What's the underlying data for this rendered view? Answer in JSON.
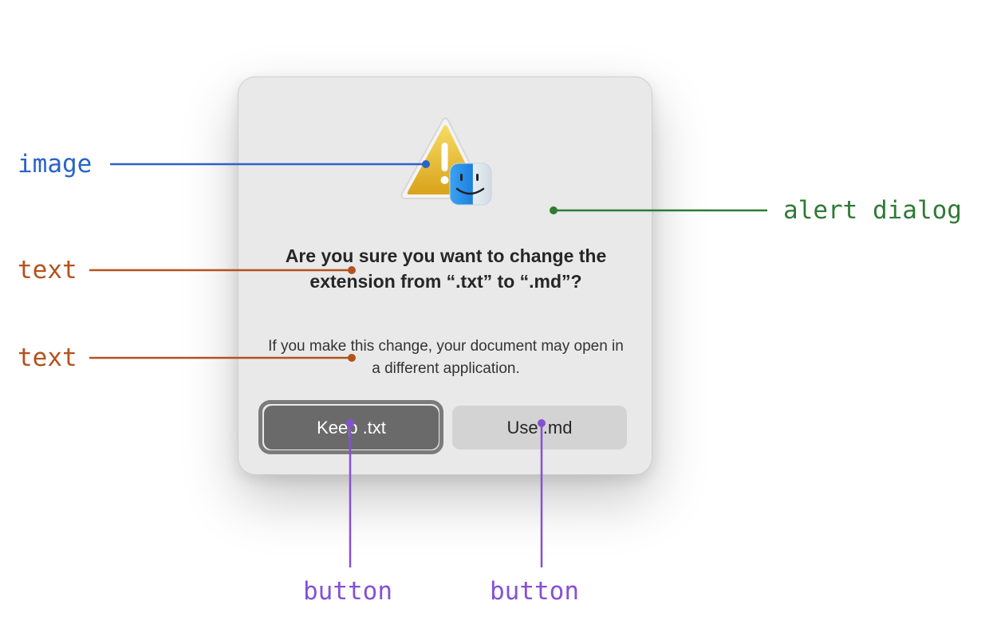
{
  "dialog": {
    "title": "Are you sure you want to change the extension from “.txt” to “.md”?",
    "message": "If you make this change, your document may open in a different application.",
    "buttons": {
      "keep_label": "Keep .txt",
      "use_label": "Use .md"
    }
  },
  "callouts": {
    "image_label": "image",
    "alert_dialog_label": "alert dialog",
    "title_text_label": "text",
    "message_text_label": "text",
    "keep_button_label": "button",
    "use_button_label": "button"
  },
  "colors": {
    "image_callout": "#2a63c9",
    "alert_dialog_callout": "#2f7a35",
    "text_callout": "#b3521d",
    "button_callout": "#8650d6"
  },
  "icons": {
    "alert": "warning-triangle-icon",
    "badge": "finder-icon"
  }
}
